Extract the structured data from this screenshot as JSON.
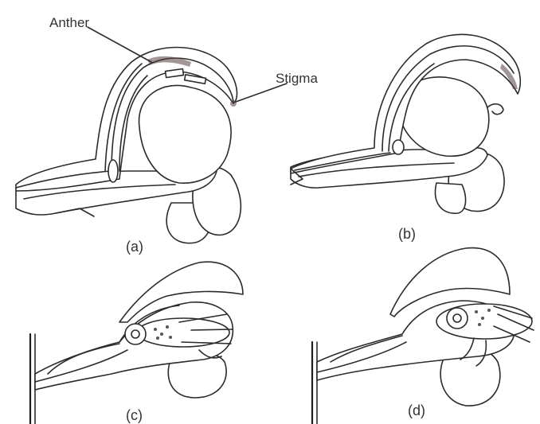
{
  "labels": {
    "anther": "Anther",
    "stigma": "Stigma"
  },
  "panels": [
    {
      "caption": "(a)"
    },
    {
      "caption": "(b)"
    },
    {
      "caption": "(c)"
    },
    {
      "caption": "(d)"
    }
  ],
  "colors": {
    "line": "#2b2b2b",
    "text": "#333333",
    "background": "#ffffff"
  }
}
